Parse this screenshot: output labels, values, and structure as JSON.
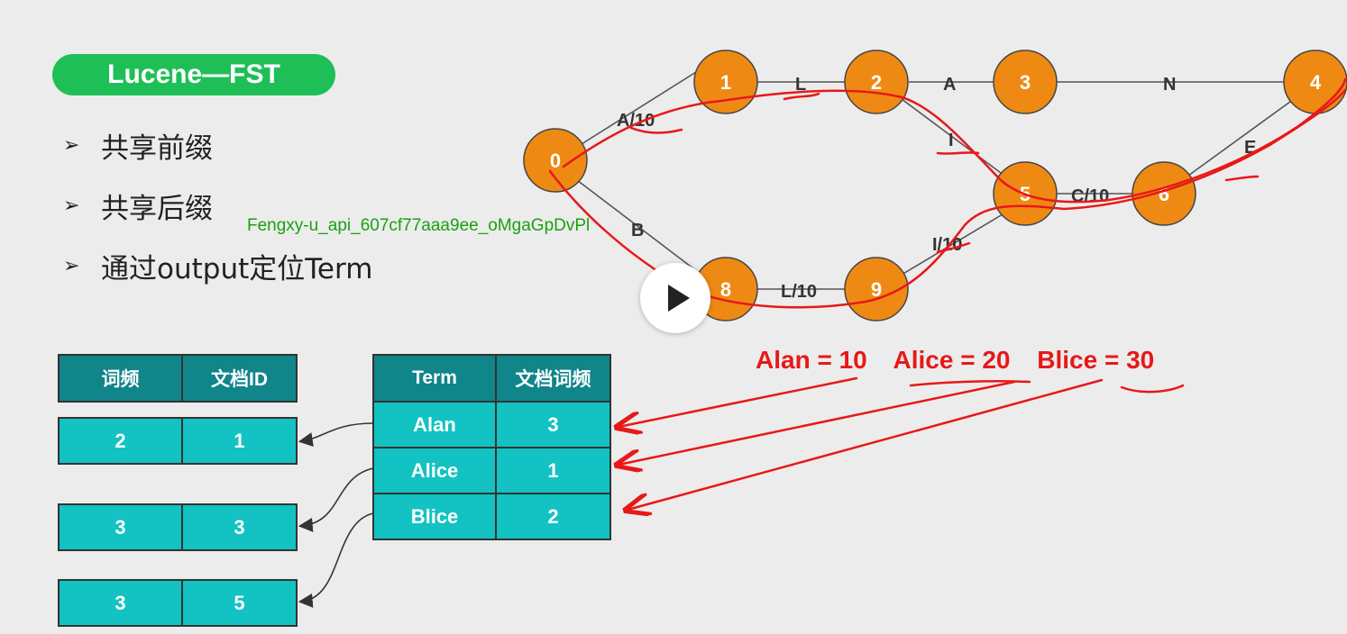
{
  "slide": {
    "title": "Lucene—FST",
    "bullets": [
      "共享前缀",
      "共享后缀",
      "通过output定位Term"
    ],
    "watermark": "Fengxy-u_api_607cf77aaa9ee_oMgaGpDvPl"
  },
  "fst": {
    "nodes": [
      "0",
      "1",
      "2",
      "3",
      "4",
      "5",
      "6",
      "8",
      "9"
    ],
    "edge_labels": {
      "e01": "A/10",
      "e12": "L",
      "e23": "A",
      "e34": "N",
      "e25": "I",
      "e56": "C/10",
      "e64": "E",
      "e08": "B",
      "e89": "L/10",
      "e95": "I/10"
    },
    "node_color": "#ee8a14",
    "annotation_color": "#e81818"
  },
  "formula": [
    "Alan = 10",
    "Alice = 20",
    "Blice = 30"
  ],
  "freq_table": {
    "headers": [
      "词频",
      "文档ID"
    ],
    "rows": [
      [
        "2",
        "1"
      ],
      [
        "3",
        "3"
      ],
      [
        "3",
        "5"
      ]
    ]
  },
  "term_table": {
    "headers": [
      "Term",
      "文档词频"
    ],
    "rows": [
      [
        "Alan",
        "3"
      ],
      [
        "Alice",
        "1"
      ],
      [
        "Blice",
        "2"
      ]
    ]
  },
  "colors": {
    "pill": "#1fbf57",
    "table_header": "#10858a",
    "table_cell": "#13c2c2"
  }
}
